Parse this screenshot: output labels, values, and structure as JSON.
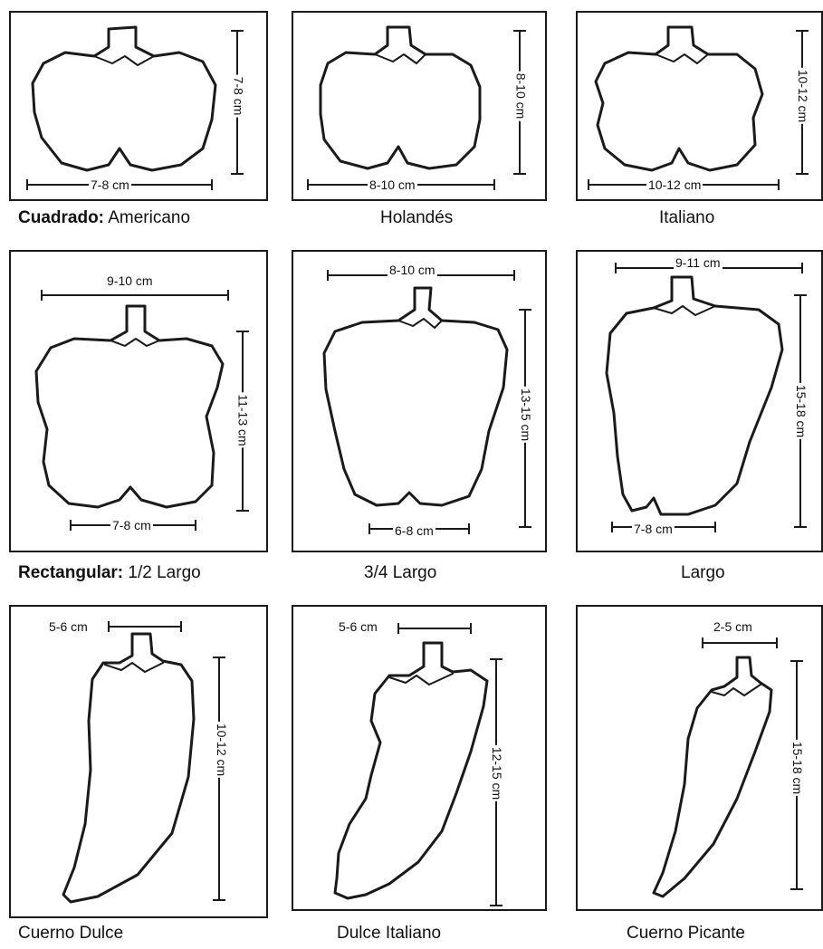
{
  "rows": [
    {
      "panels": [
        {
          "name": "americano",
          "caption_bold": "Cuadrado:",
          "caption": "Americano",
          "width_label": "7-8 cm",
          "height_label": "7-8 cm"
        },
        {
          "name": "holandes",
          "caption_bold": "",
          "caption": "Holandés",
          "width_label": "8-10 cm",
          "height_label": "8-10 cm"
        },
        {
          "name": "italiano",
          "caption_bold": "",
          "caption": "Italiano",
          "width_label": "10-12 cm",
          "height_label": "10-12 cm"
        }
      ]
    },
    {
      "panels": [
        {
          "name": "medio-largo",
          "caption_bold": "Rectangular:",
          "caption": "1/2 Largo",
          "top_label": "9-10 cm",
          "bottom_label": "7-8 cm",
          "height_label": "11-13 cm"
        },
        {
          "name": "tres-cuartos-largo",
          "caption_bold": "",
          "caption": "3/4 Largo",
          "top_label": "8-10 cm",
          "bottom_label": "6-8 cm",
          "height_label": "13-15 cm"
        },
        {
          "name": "largo",
          "caption_bold": "",
          "caption": "Largo",
          "top_label": "9-11 cm",
          "bottom_label": "7-8 cm",
          "height_label": "15-18 cm"
        }
      ]
    },
    {
      "panels": [
        {
          "name": "cuerno-dulce",
          "caption_bold": "",
          "caption": "Cuerno Dulce",
          "top_label": "5-6 cm",
          "height_label": "10-12 cm"
        },
        {
          "name": "dulce-italiano",
          "caption_bold": "",
          "caption": "Dulce Italiano",
          "top_label": "5-6 cm",
          "height_label": "12-15 cm"
        },
        {
          "name": "cuerno-picante",
          "caption_bold": "",
          "caption": "Cuerno Picante",
          "top_label": "2-5 cm",
          "height_label": "15-18 cm"
        }
      ]
    }
  ]
}
